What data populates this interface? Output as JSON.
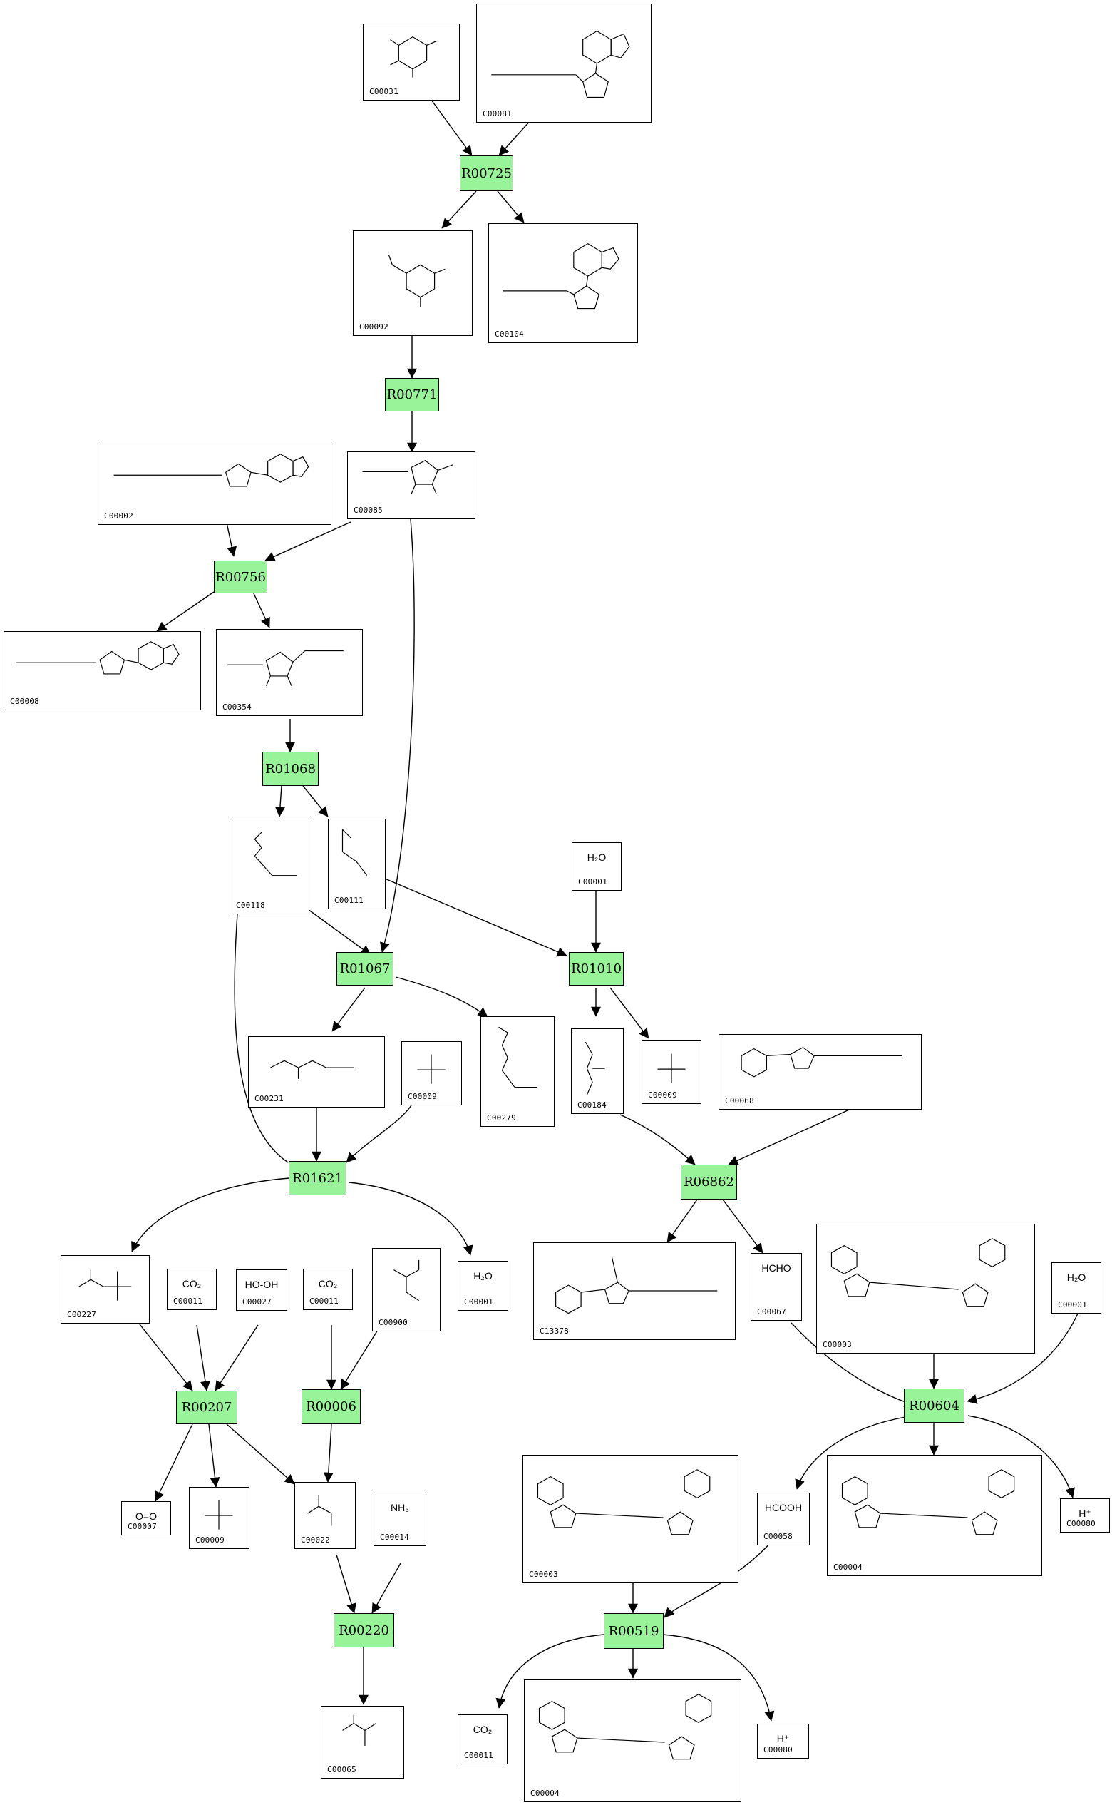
{
  "reactions": [
    {
      "id": "R00725"
    },
    {
      "id": "R00771"
    },
    {
      "id": "R00756"
    },
    {
      "id": "R01068"
    },
    {
      "id": "R01067"
    },
    {
      "id": "R01010"
    },
    {
      "id": "R01621"
    },
    {
      "id": "R06862"
    },
    {
      "id": "R00207"
    },
    {
      "id": "R00006"
    },
    {
      "id": "R00604"
    },
    {
      "id": "R00220"
    },
    {
      "id": "R00519"
    }
  ],
  "compounds": [
    {
      "key": "c00031",
      "id": "C00031",
      "kind": "sugar"
    },
    {
      "key": "c00081",
      "id": "C00081",
      "kind": "nucleotide"
    },
    {
      "key": "c00092",
      "id": "C00092",
      "kind": "sugar"
    },
    {
      "key": "c00104",
      "id": "C00104",
      "kind": "nucleotide"
    },
    {
      "key": "c00002",
      "id": "C00002",
      "kind": "nucleotide"
    },
    {
      "key": "c00085",
      "id": "C00085",
      "kind": "sugar"
    },
    {
      "key": "c00008",
      "id": "C00008",
      "kind": "nucleotide"
    },
    {
      "key": "c00354",
      "id": "C00354",
      "kind": "sugar"
    },
    {
      "key": "c00118",
      "id": "C00118",
      "kind": "chain"
    },
    {
      "key": "c00111",
      "id": "C00111",
      "kind": "chain"
    },
    {
      "key": "c00001a",
      "id": "C00001",
      "kind": "water",
      "formula": "H₂O"
    },
    {
      "key": "c00231",
      "id": "C00231",
      "kind": "chain"
    },
    {
      "key": "c00009a",
      "id": "C00009",
      "kind": "phosphate"
    },
    {
      "key": "c00279",
      "id": "C00279",
      "kind": "chain"
    },
    {
      "key": "c00184",
      "id": "C00184",
      "kind": "chain"
    },
    {
      "key": "c00009b",
      "id": "C00009",
      "kind": "phosphate"
    },
    {
      "key": "c00068",
      "id": "C00068",
      "kind": "thiamine"
    },
    {
      "key": "c00227",
      "id": "C00227",
      "kind": "chain"
    },
    {
      "key": "c00011a",
      "id": "C00011",
      "kind": "small",
      "formula": "CO₂"
    },
    {
      "key": "c00027",
      "id": "C00027",
      "kind": "small",
      "formula": "HO-OH"
    },
    {
      "key": "c00011b",
      "id": "C00011",
      "kind": "small",
      "formula": "CO₂"
    },
    {
      "key": "c00900",
      "id": "C00900",
      "kind": "chain"
    },
    {
      "key": "c00001b",
      "id": "C00001",
      "kind": "water",
      "formula": "H₂O"
    },
    {
      "key": "c13378",
      "id": "C13378",
      "kind": "thiamine"
    },
    {
      "key": "c00067",
      "id": "C00067",
      "kind": "small",
      "formula": "HCHO"
    },
    {
      "key": "c00003a",
      "id": "C00003",
      "kind": "nad"
    },
    {
      "key": "c00001c",
      "id": "C00001",
      "kind": "water",
      "formula": "H₂O"
    },
    {
      "key": "c00007",
      "id": "C00007",
      "kind": "small",
      "formula": "O=O"
    },
    {
      "key": "c00009c",
      "id": "C00009",
      "kind": "phosphate"
    },
    {
      "key": "c00022",
      "id": "C00022",
      "kind": "chain"
    },
    {
      "key": "c00014",
      "id": "C00014",
      "kind": "small",
      "formula": "NH₃"
    },
    {
      "key": "c00058",
      "id": "C00058",
      "kind": "small",
      "formula": "HCOOH"
    },
    {
      "key": "c00004a",
      "id": "C00004",
      "kind": "nad"
    },
    {
      "key": "c00080a",
      "id": "C00080",
      "kind": "small",
      "formula": "H⁺"
    },
    {
      "key": "c00003b",
      "id": "C00003",
      "kind": "nad"
    },
    {
      "key": "c00065",
      "id": "C00065",
      "kind": "chain"
    },
    {
      "key": "c00011c",
      "id": "C00011",
      "kind": "small",
      "formula": "CO₂"
    },
    {
      "key": "c00004b",
      "id": "C00004",
      "kind": "nad"
    },
    {
      "key": "c00080b",
      "id": "C00080",
      "kind": "small",
      "formula": "H⁺"
    }
  ]
}
